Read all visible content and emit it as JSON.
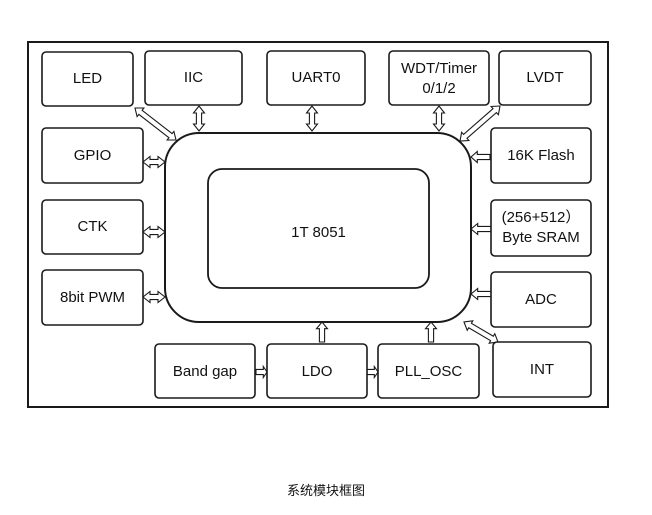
{
  "diagram": {
    "cpu": "1T 8051",
    "blocks": {
      "led": "LED",
      "iic": "IIC",
      "uart0": "UART0",
      "wdt_line1": "WDT/Timer",
      "wdt_line2": "0/1/2",
      "lvdt": "LVDT",
      "gpio": "GPIO",
      "flash": "16K Flash",
      "ctk": "CTK",
      "sram_line1": "(256+512）",
      "sram_line2": "Byte SRAM",
      "pwm": "8bit PWM",
      "adc": "ADC",
      "bandgap": "Band gap",
      "ldo": "LDO",
      "pll": "PLL_OSC",
      "int": "INT"
    }
  },
  "caption": "系统模块框图"
}
